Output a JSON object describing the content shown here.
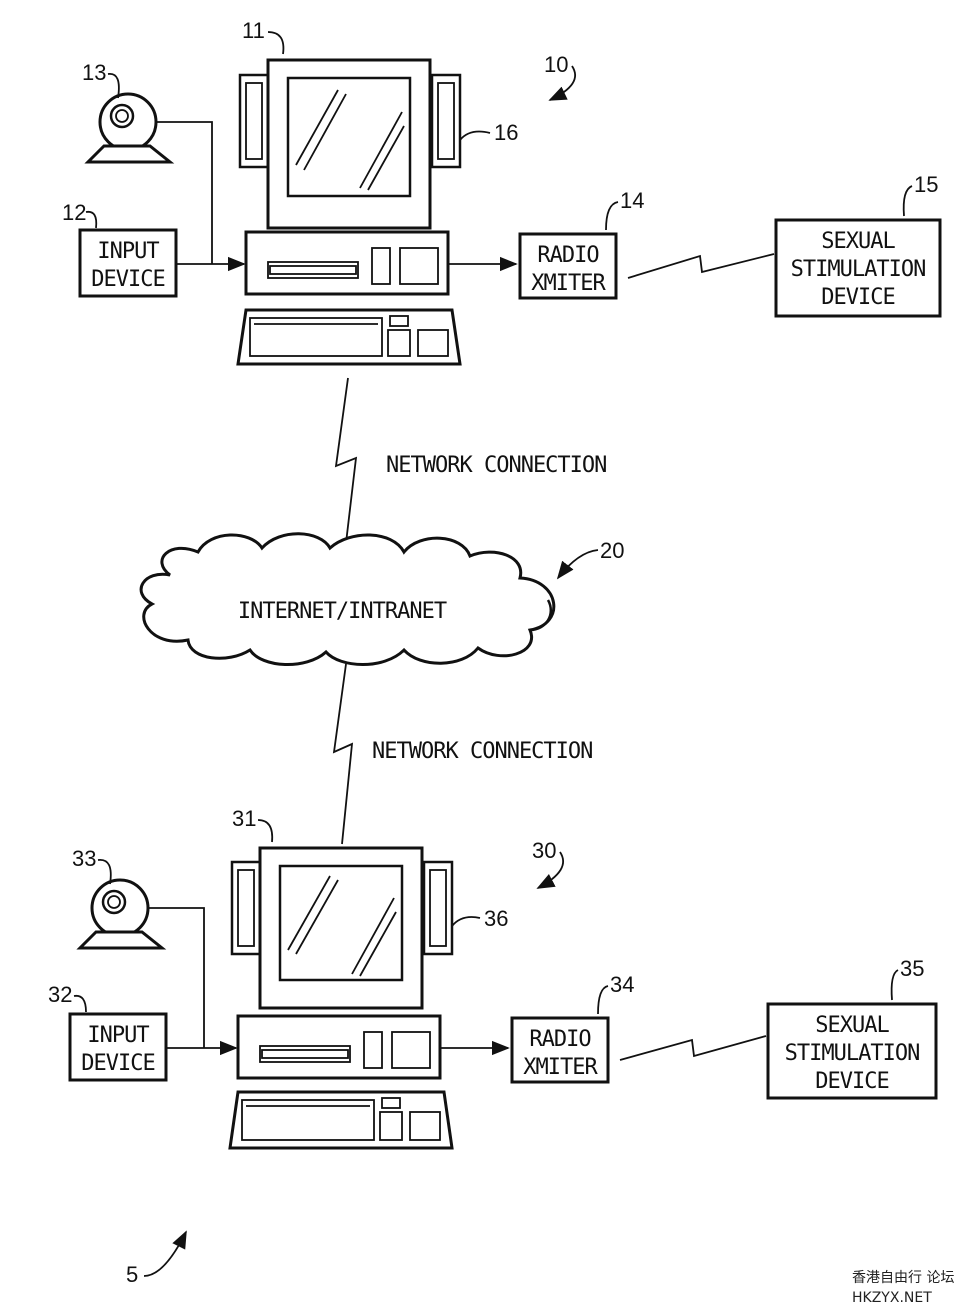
{
  "labels": {
    "input_device_top": [
      "INPUT",
      "DEVICE"
    ],
    "radio_top": [
      "RADIO",
      "XMITER"
    ],
    "stim_top": [
      "SEXUAL",
      "STIMULATION",
      "DEVICE"
    ],
    "net_conn_top": "NETWORK CONNECTION",
    "cloud": "INTERNET/INTRANET",
    "net_conn_bottom": "NETWORK CONNECTION",
    "input_device_bottom": [
      "INPUT",
      "DEVICE"
    ],
    "radio_bottom": [
      "RADIO",
      "XMITER"
    ],
    "stim_bottom": [
      "SEXUAL",
      "STIMULATION",
      "DEVICE"
    ]
  },
  "refs": {
    "computer_top": "11",
    "input_top": "12",
    "camera_top": "13",
    "radio_top": "14",
    "stim_top": "15",
    "speaker_top": "16",
    "system_top": "10",
    "network": "20",
    "system_bottom": "30",
    "computer_bottom": "31",
    "input_bottom": "32",
    "camera_bottom": "33",
    "radio_bottom": "34",
    "stim_bottom": "35",
    "speaker_bottom": "36",
    "overall": "5"
  },
  "watermark": {
    "line1": "香港自由行 论坛",
    "line2": "HKZYX.NET"
  }
}
